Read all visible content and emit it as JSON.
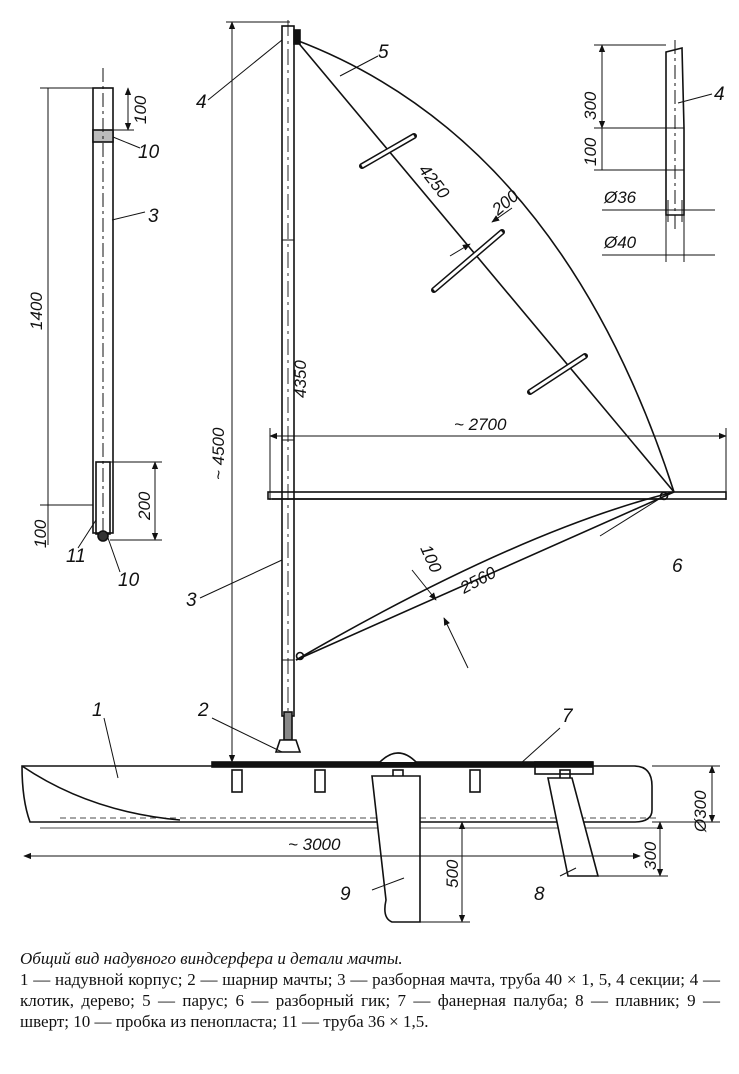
{
  "parts": {
    "p1": "1",
    "p2": "2",
    "p3a": "3",
    "p3b": "3",
    "p4a": "4",
    "p4b": "4",
    "p5": "5",
    "p6": "6",
    "p7": "7",
    "p8": "8",
    "p9": "9",
    "p10a": "10",
    "p10b": "10",
    "p11": "11"
  },
  "dims": {
    "mast_height": "~ 4500",
    "mast_length": "4350",
    "sail_luff": "4250",
    "batten": "200",
    "boom": "~ 2700",
    "foot": "2560",
    "foot_depth": "100",
    "hull_length": "~ 3000",
    "hull_dia": "Ø300",
    "fin_depth": "300",
    "board_depth": "500",
    "section_len": "1400",
    "section_top": "100",
    "section_bot1": "100",
    "section_bot2": "200",
    "cap_300": "300",
    "cap_100": "100",
    "dia36": "Ø36",
    "dia40": "Ø40"
  },
  "caption": {
    "title": "Общий вид надувного виндсерфера и детали мачты.",
    "legend": "1 — надувной корпус; 2 — шарнир мачты; 3 — разборная мачта, труба 40 × 1, 5, 4 секции; 4 — клотик, дерево; 5 — парус; 6 — разборный гик; 7 — фанерная палуба; 8 — плавник; 9 — шверт; 10 — пробка из пенопласта; 11 — труба 36 × 1,5."
  }
}
